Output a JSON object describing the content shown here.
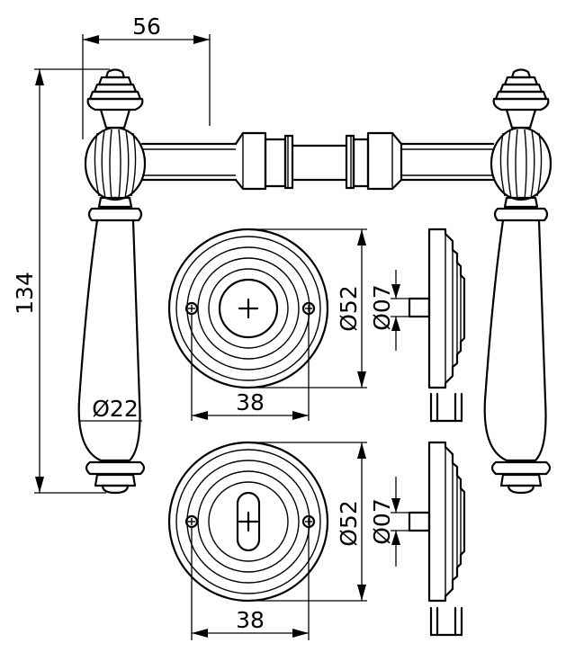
{
  "dimensions": {
    "lever_projection": "56",
    "overall_height": "134",
    "grip_diameter": "Ø22",
    "rose_top_diameter": "Ø52",
    "rose_top_spindle": "Ø07",
    "rose_top_screw_spacing": "38",
    "rose_bottom_diameter": "Ø52",
    "rose_bottom_spindle": "Ø07",
    "rose_bottom_screw_spacing": "38"
  },
  "colors": {
    "line": "#000000",
    "background": "#ffffff"
  }
}
